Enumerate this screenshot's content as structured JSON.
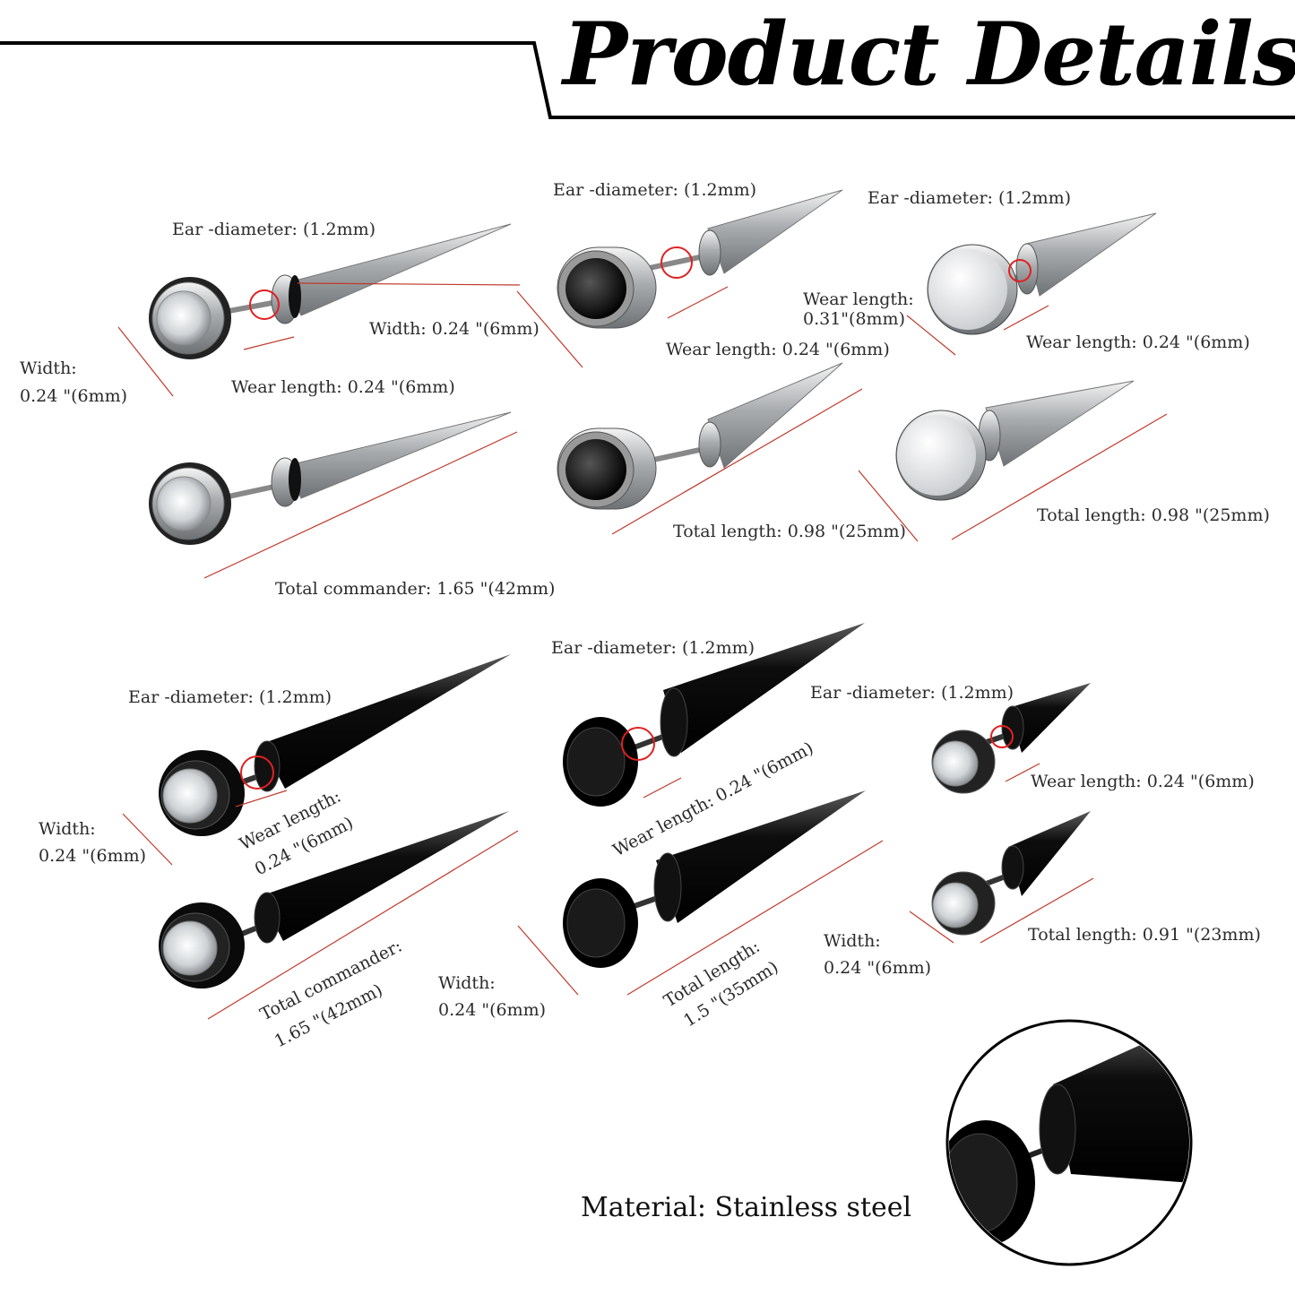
{
  "header": {
    "title": "Product Details"
  },
  "silver_section": {
    "spike_42": {
      "ear_diameter": "Ear -diameter: (1.2mm)",
      "width_side": "Width: 0.24 \"(6mm)",
      "width_label": "Width:",
      "width_value": "0.24 \"(6mm)",
      "wear_length": "Wear length: 0.24 \"(6mm)",
      "total": "Total commander: 1.65 \"(42mm)"
    },
    "black_gem_25": {
      "ear_diameter": "Ear -diameter: (1.2mm)",
      "wear_length": "Wear length: 0.24 \"(6mm)",
      "total": "Total length: 0.98 \"(25mm)"
    },
    "flat_25": {
      "ear_diameter": "Ear -diameter: (1.2mm)",
      "wear_length_a_1": "Wear length:",
      "wear_length_a_2": "0.31\"(8mm)",
      "wear_length_b": "Wear length: 0.24 \"(6mm)",
      "total": "Total length: 0.98 \"(25mm)"
    }
  },
  "black_section": {
    "spike_42": {
      "ear_diameter": "Ear -diameter: (1.2mm)",
      "width_label": "Width:",
      "width_value": "0.24 \"(6mm)",
      "wear_length_1": "Wear length:",
      "wear_length_2": "0.24 \"(6mm)",
      "total_1": "Total commander:",
      "total_2": "1.65 \"(42mm)"
    },
    "flat_35": {
      "ear_diameter": "Ear -diameter: (1.2mm)",
      "wear_length": "Wear length: 0.24 \"(6mm)",
      "width_label": "Width:",
      "width_value": "0.24 \"(6mm)",
      "total_1": "Total length:",
      "total_2": "1.5 \"(35mm)"
    },
    "gem_23": {
      "ear_diameter": "Ear -diameter: (1.2mm)",
      "wear_length": "Wear length: 0.24 \"(6mm)",
      "width_label": "Width:",
      "width_value": "0.24 \"(6mm)",
      "total": "Total length: 0.91 \"(23mm)"
    }
  },
  "footer": {
    "material": "Material: Stainless steel"
  },
  "colors": {
    "accent_line": "#c0392b",
    "steel": "#b9bcbf",
    "black_steel": "#111111"
  }
}
